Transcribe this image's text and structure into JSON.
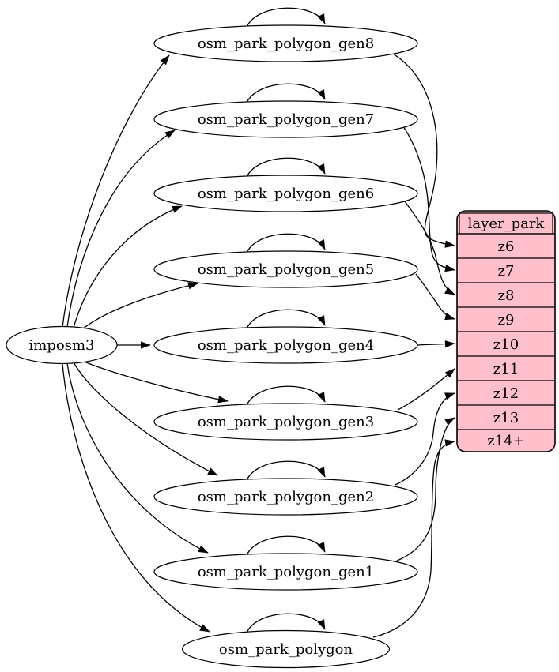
{
  "diagram": {
    "source_node": {
      "label": "imposm3"
    },
    "table_nodes": [
      {
        "label": "osm_park_polygon_gen8"
      },
      {
        "label": "osm_park_polygon_gen7"
      },
      {
        "label": "osm_park_polygon_gen6"
      },
      {
        "label": "osm_park_polygon_gen5"
      },
      {
        "label": "osm_park_polygon_gen4"
      },
      {
        "label": "osm_park_polygon_gen3"
      },
      {
        "label": "osm_park_polygon_gen2"
      },
      {
        "label": "osm_park_polygon_gen1"
      },
      {
        "label": "osm_park_polygon"
      }
    ],
    "layer_table": {
      "title": "layer_park",
      "rows": [
        "z6",
        "z7",
        "z8",
        "z9",
        "z10",
        "z11",
        "z12",
        "z13",
        "z14+"
      ]
    },
    "colors": {
      "layer_table_fill": "#ffc0cb",
      "node_fill": "#ffffff",
      "edge_stroke": "#000000"
    },
    "edges": {
      "from_source": [
        "osm_park_polygon_gen8",
        "osm_park_polygon_gen7",
        "osm_park_polygon_gen6",
        "osm_park_polygon_gen5",
        "osm_park_polygon_gen4",
        "osm_park_polygon_gen3",
        "osm_park_polygon_gen2",
        "osm_park_polygon_gen1",
        "osm_park_polygon"
      ],
      "self_loops": [
        "osm_park_polygon_gen8",
        "osm_park_polygon_gen7",
        "osm_park_polygon_gen6",
        "osm_park_polygon_gen5",
        "osm_park_polygon_gen4",
        "osm_park_polygon_gen3",
        "osm_park_polygon_gen2",
        "osm_park_polygon_gen1",
        "osm_park_polygon"
      ],
      "to_layer_rows": [
        {
          "from": "osm_park_polygon_gen8",
          "to": "z6"
        },
        {
          "from": "osm_park_polygon_gen7",
          "to": "z7"
        },
        {
          "from": "osm_park_polygon_gen6",
          "to": "z8"
        },
        {
          "from": "osm_park_polygon_gen5",
          "to": "z9"
        },
        {
          "from": "osm_park_polygon_gen4",
          "to": "z10"
        },
        {
          "from": "osm_park_polygon_gen3",
          "to": "z11"
        },
        {
          "from": "osm_park_polygon_gen2",
          "to": "z12"
        },
        {
          "from": "osm_park_polygon_gen1",
          "to": "z13"
        },
        {
          "from": "osm_park_polygon",
          "to": "z14+"
        }
      ]
    }
  }
}
